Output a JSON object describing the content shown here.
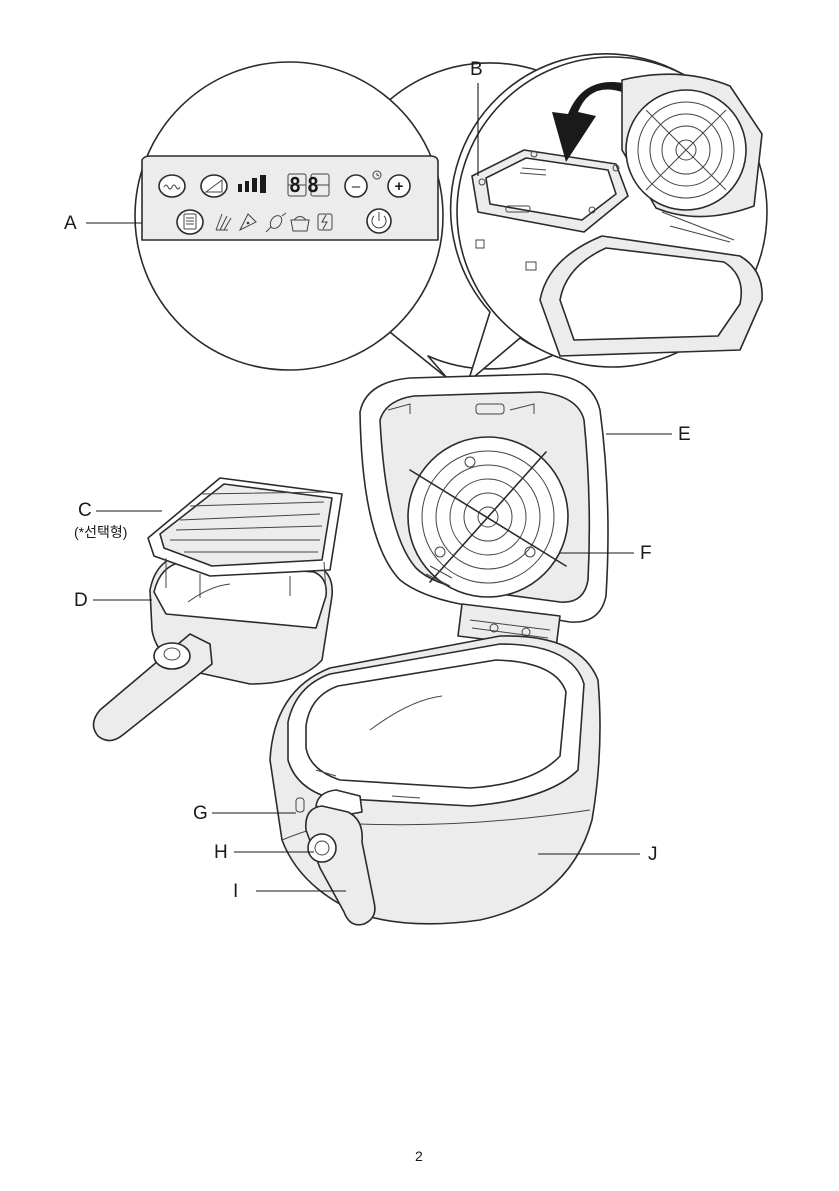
{
  "labels": {
    "a": "A",
    "b": "B",
    "c": "C",
    "c_note": "(*선택형)",
    "d": "D",
    "e": "E",
    "f": "F",
    "g": "G",
    "h": "H",
    "i": "I",
    "j": "J"
  },
  "control_panel": {
    "display": "88",
    "minus": "–",
    "plus": "+"
  },
  "page_number": "2",
  "colors": {
    "line": "#2b2b2b",
    "shade": "#ececec",
    "background": "#ffffff"
  },
  "icons": [
    "wave-icon",
    "temperature-ramp-icon",
    "level-bars-icon",
    "minus-button-icon",
    "timer-icon",
    "plus-button-icon",
    "recipe-book-icon",
    "fries-icon",
    "pizza-icon",
    "drumstick-icon",
    "pot-icon",
    "frozen-food-icon",
    "power-icon",
    "arrow-down-icon"
  ]
}
